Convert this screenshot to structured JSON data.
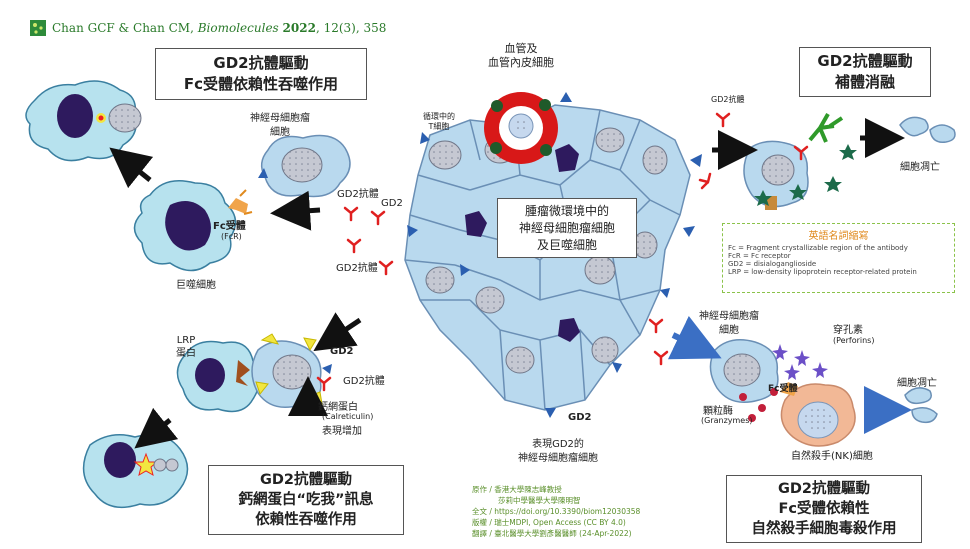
{
  "citation": {
    "authors": "Chan GCF & Chan CM,",
    "journal": "Biomolecules",
    "year": "2022",
    "rest": ", 12(3), 358"
  },
  "boxes": {
    "phagocytosis": [
      "GD2抗體驅動",
      "Fc受體依賴性吞噬作用"
    ],
    "complement": [
      "GD2抗體驅動",
      "補體消融"
    ],
    "center": [
      "腫瘤微環境中的",
      "神經母細胞瘤細胞",
      "及巨噬細胞"
    ],
    "calreticulin": [
      "GD2抗體驅動",
      "鈣網蛋白“吃我”訊息",
      "依賴性吞噬作用"
    ],
    "nk": [
      "GD2抗體驅動",
      "Fc受體依賴性",
      "自然殺手細胞毒殺作用"
    ]
  },
  "labels": {
    "vessel": [
      "血管及",
      "血管內皮細胞"
    ],
    "circ_t": [
      "循環中的",
      "T細胞"
    ],
    "nb_top": [
      "神經母細胞瘤",
      "細胞"
    ],
    "gd2_ab_a": "GD2抗體",
    "gd2_a": "GD2",
    "gd2_ab_b": "GD2抗體",
    "fc_receptor": "Fc受體",
    "fcr": "(FcR)",
    "macrophage": "巨噬細胞",
    "gd2_ab_top": "GD2抗體",
    "cell_death_a": "細胞凋亡",
    "lrp": [
      "LRP",
      "蛋白"
    ],
    "gd2_b": "GD2",
    "gd2_ab_c": "GD2抗體",
    "calreticulin": "鈣網蛋白",
    "calreticulin_en": "(Calreticulin)",
    "expression_up": "表現增加",
    "gd2_c": "GD2",
    "gd2_expr": [
      "表現GD2的",
      "神經母細胞瘤細胞"
    ],
    "nb_right": [
      "神經母細胞瘤",
      "細胞"
    ],
    "perforin": "穿孔素",
    "perforin_en": "(Perforins)",
    "fc_receptor_b": "Fc受體",
    "granzyme": "顆粒酶",
    "granzyme_en": "(Granzymes)",
    "nk_cell": "自然殺手(NK)細胞",
    "cell_death_b": "細胞凋亡"
  },
  "legend": {
    "title": "英語名詞縮寫",
    "items": [
      "Fc = Fragment crystallizable region of the antibody",
      "FcR = Fc receptor",
      "GD2 = disialoganglioside",
      "LRP = low-density lipoprotein receptor-related protein"
    ]
  },
  "credits": [
    "原作 / 香港大學陳志峰教授",
    "莎莉中學醫學大學陳明智",
    "全文 / https://doi.org/10.3390/biom12030358",
    "版權 / 瑞士MDPI, Open Access (CC BY 4.0)",
    "翻譯 / 臺北醫學大學劉彥醫醫師 (24-Apr-2022)"
  ],
  "colors": {
    "cell_fill": "#b9d9ee",
    "cell_stroke": "#6a8fb5",
    "nucleus": "#b0b3c2",
    "dark_nucleus": "#2e1a5e",
    "antibody": "#e02020",
    "gd2": "#2b5fb0",
    "vessel": "#d81818",
    "complement": "#2f9a2a"
  }
}
